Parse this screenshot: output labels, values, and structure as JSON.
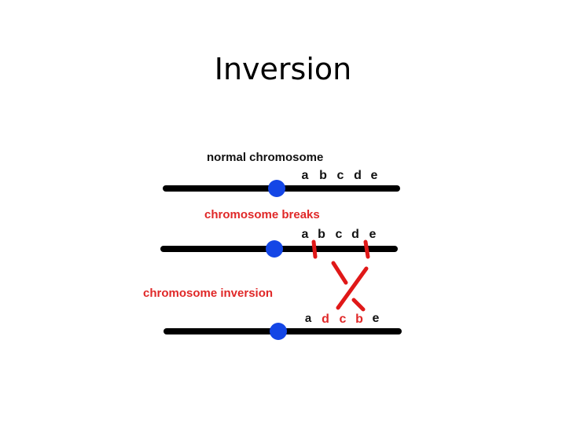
{
  "slide": {
    "title": "Inversion"
  },
  "diagram": {
    "colors": {
      "chromosome": "#000000",
      "centromere": "#1446e6",
      "break_label": "#e02828",
      "break_mark": "#e01818",
      "text": "#111111"
    },
    "rows": [
      {
        "label": "normal chromosome",
        "label_color": "#111111",
        "genes": [
          {
            "letter": "a",
            "color": "#111111"
          },
          {
            "letter": "b",
            "color": "#111111"
          },
          {
            "letter": "c",
            "color": "#111111"
          },
          {
            "letter": "d",
            "color": "#111111"
          },
          {
            "letter": "e",
            "color": "#111111"
          }
        ]
      },
      {
        "label": "chromosome breaks",
        "label_color": "#e02828",
        "genes": [
          {
            "letter": "a",
            "color": "#111111"
          },
          {
            "letter": "b",
            "color": "#111111"
          },
          {
            "letter": "c",
            "color": "#111111"
          },
          {
            "letter": "d",
            "color": "#111111"
          },
          {
            "letter": "e",
            "color": "#111111"
          }
        ]
      },
      {
        "label": "chromosome inversion",
        "label_color": "#e02828",
        "genes": [
          {
            "letter": "a",
            "color": "#111111"
          },
          {
            "letter": "d",
            "color": "#e02828"
          },
          {
            "letter": "c",
            "color": "#e02828"
          },
          {
            "letter": "b",
            "color": "#e02828"
          },
          {
            "letter": "e",
            "color": "#111111"
          }
        ]
      }
    ]
  }
}
